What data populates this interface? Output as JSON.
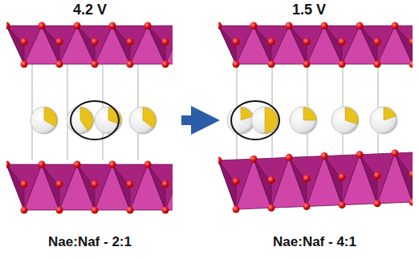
{
  "diagram": {
    "labels": [
      "4.2 V",
      "1.5 V",
      "Nae:Naf - 2:1",
      "Nae:Naf - 4:1"
    ]
  }
}
